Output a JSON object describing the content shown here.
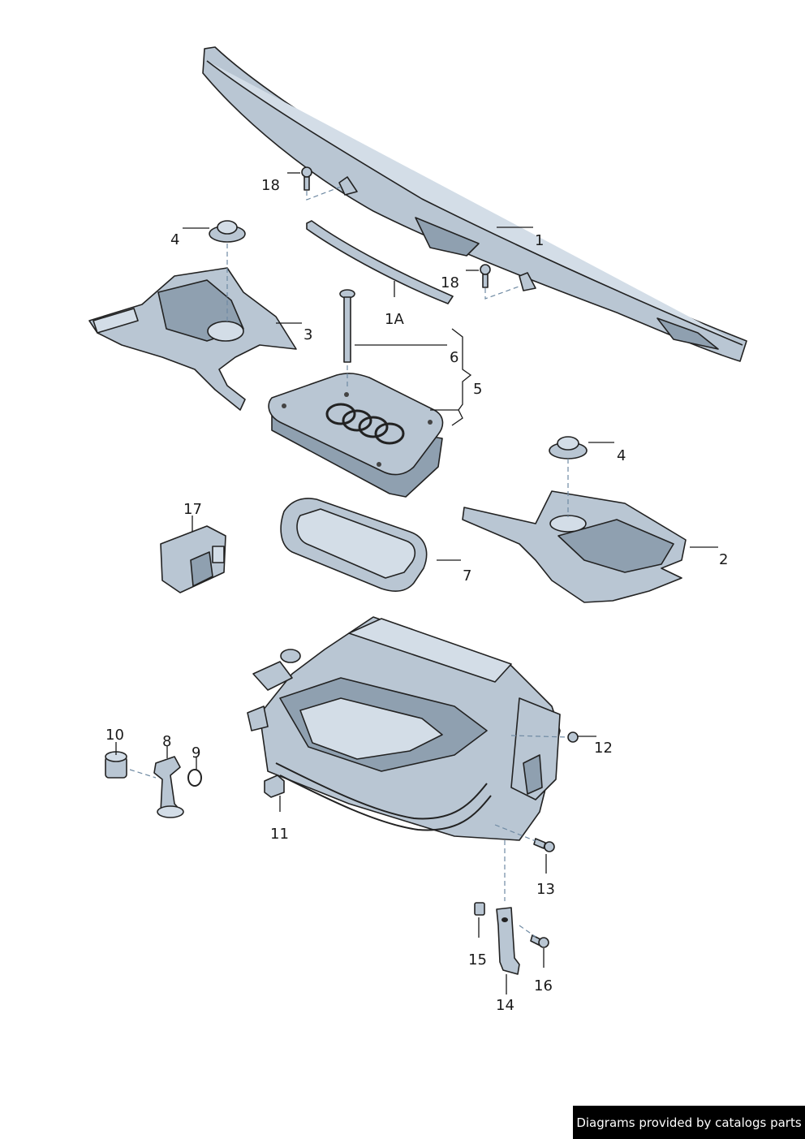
{
  "callouts": {
    "c1": "1",
    "c1A": "1A",
    "c2": "2",
    "c3": "3",
    "c4a": "4",
    "c4b": "4",
    "c5": "5",
    "c6": "6",
    "c7": "7",
    "c8": "8",
    "c9": "9",
    "c10": "10",
    "c11": "11",
    "c12": "12",
    "c13": "13",
    "c14": "14",
    "c15": "15",
    "c16": "16",
    "c17": "17",
    "c18a": "18",
    "c18b": "18"
  },
  "credit": "Diagrams provided by catalogs parts",
  "colors": {
    "part": "#b9c6d3",
    "outline": "#222222",
    "dashline": "#6f8aa3",
    "credit_bg": "#000000"
  }
}
